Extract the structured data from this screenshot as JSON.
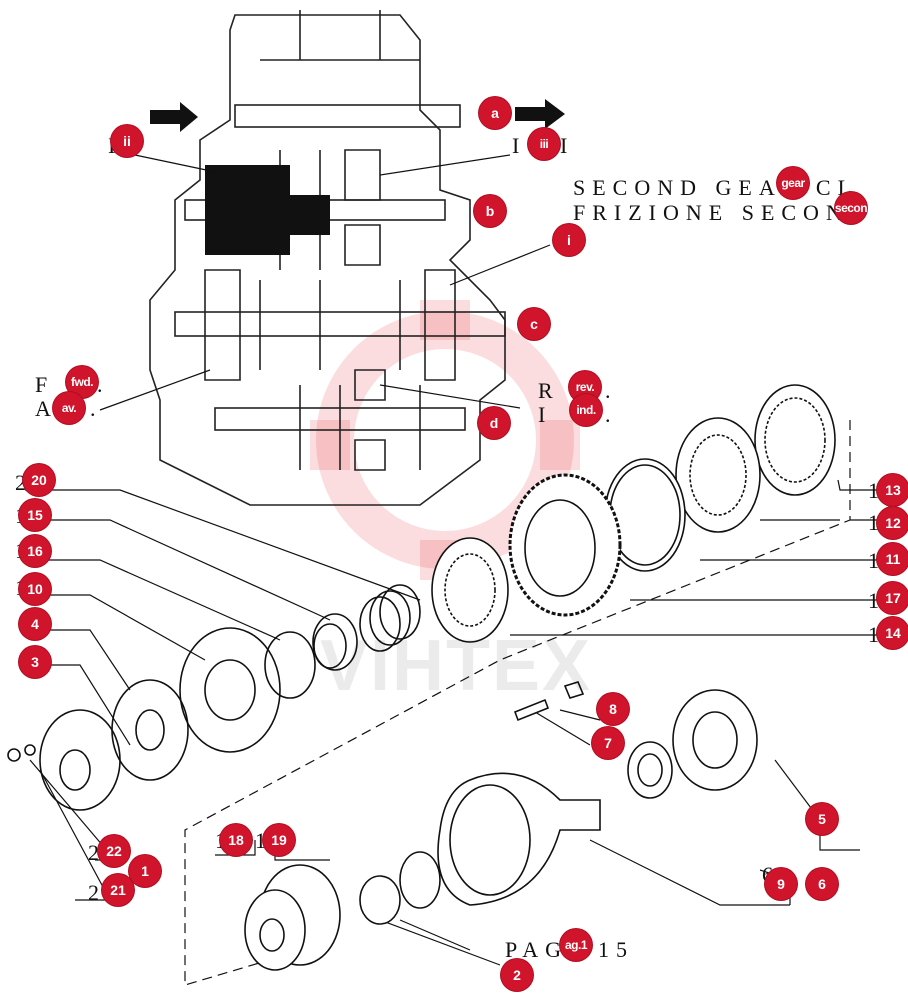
{
  "labels": {
    "second_gear": "SECOND GEAR CL",
    "frizione": "FRIZIONE SECON",
    "fwd_prefix": "F",
    "fwd_suffix": ".",
    "av_prefix": "A",
    "av_suffix": ".",
    "rev_prefix": "R",
    "rev_suffix": ".",
    "ind_prefix": "I",
    "ind_suffix": ".",
    "iii_prefix": "I",
    "iii_suffix": "I",
    "ii_prefix": "I",
    "pag_prefix": "PAG",
    "pag_suffix": "15",
    "n22_prefix": "2",
    "n21_prefix": "2",
    "n20_prefix": "2",
    "n15_prefix": "1",
    "n16_prefix": "1",
    "n10_prefix": "1",
    "n13_prefix": "1",
    "n12_prefix": "1",
    "n11_prefix": "1",
    "n17_prefix": "1",
    "n14_prefix": "1",
    "n18_prefix": "1",
    "n19_prefix": "1",
    "n6_prefix": "6"
  },
  "callouts": {
    "a": "a",
    "b": "b",
    "c": "c",
    "d": "d",
    "i": "i",
    "ii": "ii",
    "iii": "iii",
    "gear": "gear",
    "secon": "secon",
    "fwd": "fwd.",
    "av": "av.",
    "rev": "rev.",
    "ind": "ind.",
    "pag": "ag.1",
    "n1": "1",
    "n2": "2",
    "n3": "3",
    "n4": "4",
    "n5": "5",
    "n6": "6",
    "n7": "7",
    "n8": "8",
    "n9": "9",
    "n10": "10",
    "n11": "11",
    "n12": "12",
    "n13": "13",
    "n14": "14",
    "n15": "15",
    "n16": "16",
    "n17": "17",
    "n18": "18",
    "n19": "19",
    "n20": "20",
    "n21": "21",
    "n22": "22"
  },
  "watermark": "VIHTEX",
  "colors": {
    "callout": "#d0142c",
    "ink": "#111111",
    "watermark_red": "#e8434f"
  }
}
